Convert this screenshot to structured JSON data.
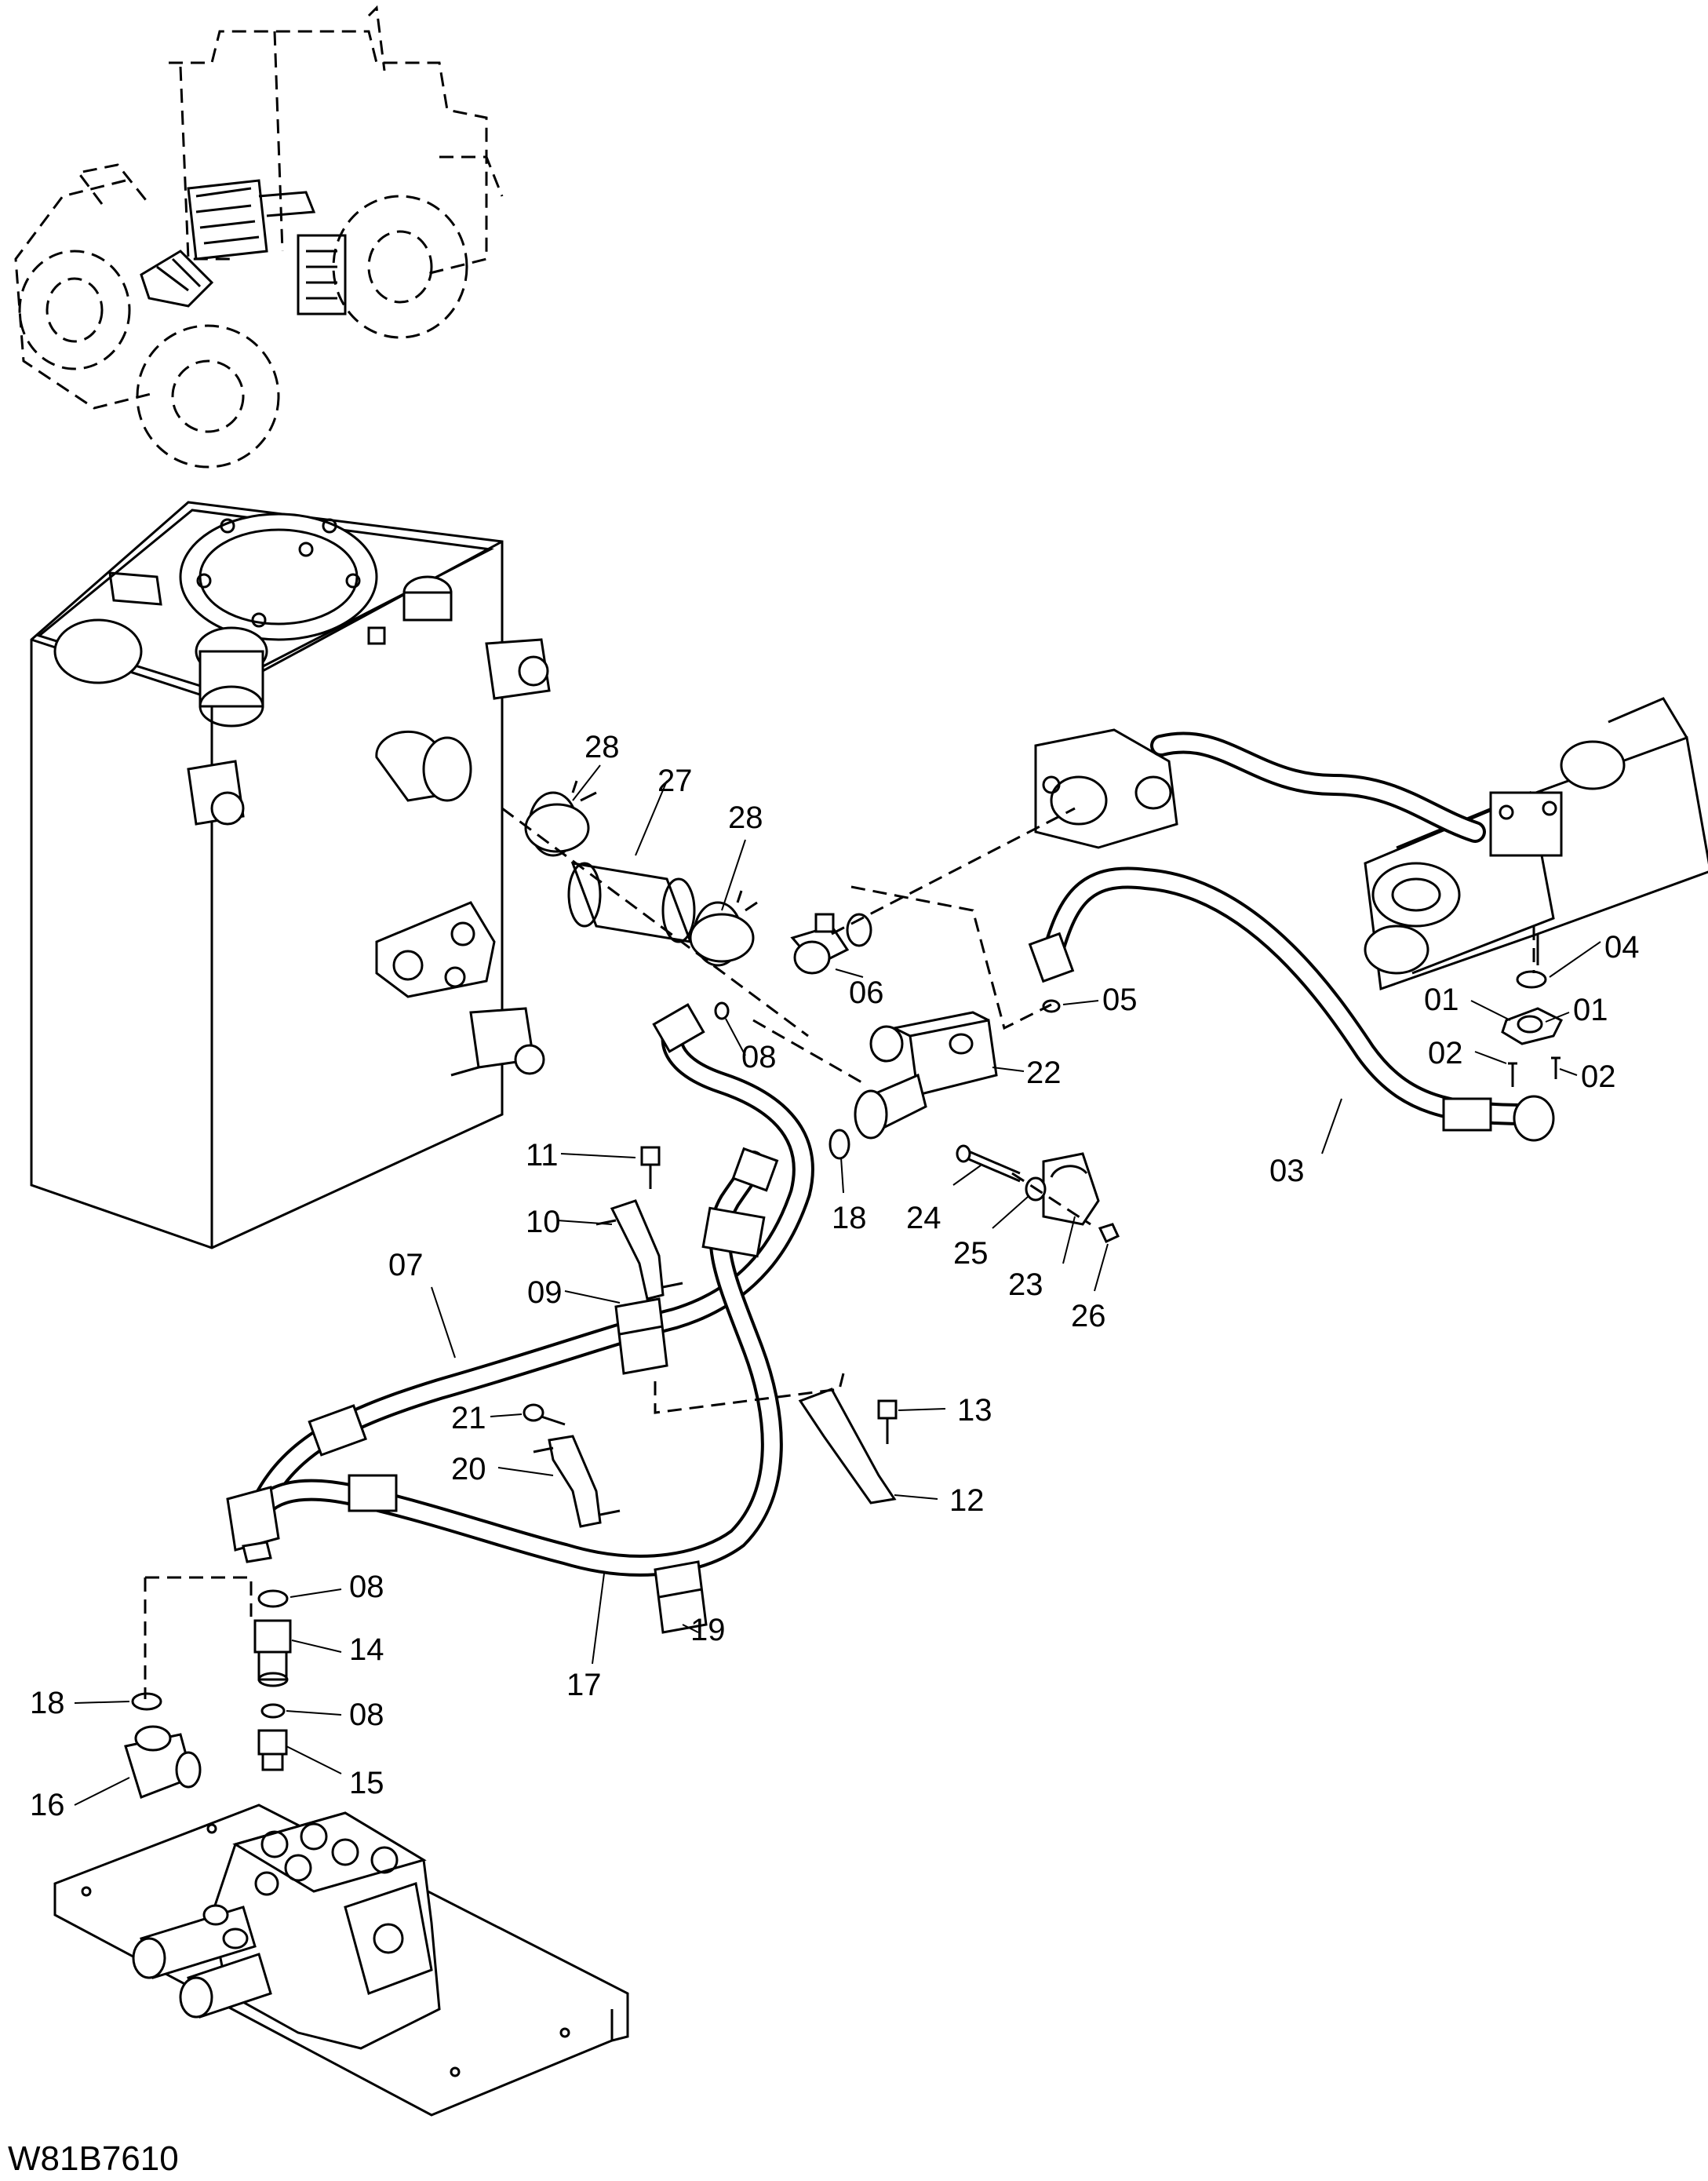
{
  "drawing_code": "W81B7610",
  "labels": {
    "p01a": "01",
    "p01b": "01",
    "p02a": "02",
    "p02b": "02",
    "p03": "03",
    "p04": "04",
    "p05": "05",
    "p06": "06",
    "p07": "07",
    "p08a": "08",
    "p08b": "08",
    "p08c": "08",
    "p09": "09",
    "p10": "10",
    "p11": "11",
    "p12": "12",
    "p13": "13",
    "p14": "14",
    "p15": "15",
    "p16": "16",
    "p17": "17",
    "p18a": "18",
    "p18b": "18",
    "p19": "19",
    "p20": "20",
    "p21": "21",
    "p22": "22",
    "p23": "23",
    "p24": "24",
    "p25": "25",
    "p26": "26",
    "p27": "27",
    "p28a": "28",
    "p28b": "28"
  }
}
